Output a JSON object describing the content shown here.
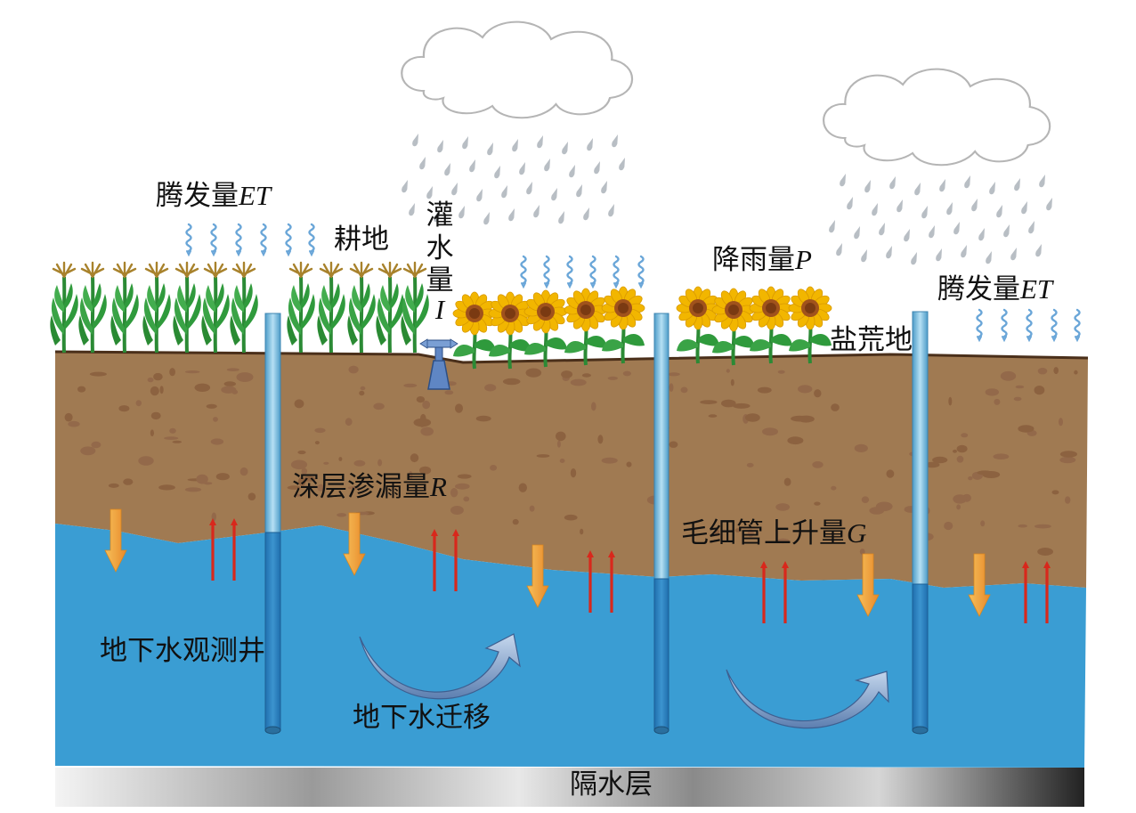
{
  "labels": {
    "et_left": "腾发量",
    "et_left_symbol": "ET",
    "cropland": "耕地",
    "irrigation_chars": [
      "灌",
      "水",
      "量"
    ],
    "irrigation_symbol": "I",
    "rainfall": "降雨量",
    "rainfall_symbol": "P",
    "et_right": "腾发量",
    "et_right_symbol": "ET",
    "saline_land": "盐荒地",
    "deep_percolation": "深层渗漏量",
    "deep_percolation_symbol": "R",
    "capillary_rise": "毛细管上升量",
    "capillary_rise_symbol": "G",
    "observation_well": "地下水观测井",
    "groundwater_migration": "地下水迁移",
    "aquitard": "隔水层"
  },
  "colors": {
    "soil": "#a07a52",
    "soil_spots": "#8c6240",
    "groundwater": "#3a9dd3",
    "well": "#8cc8e6",
    "down_arrow": "#f0a030",
    "up_arrow": "#d8281c",
    "rain": "#b8bec4",
    "vapor": "#6aa6d8",
    "cloud_stroke": "#bdbdbd",
    "migration_arrow": "#9bb8dc",
    "sunflower_petal": "#f2b600",
    "sunflower_center": "#a0521c",
    "plant_green": "#2f9a3c"
  },
  "icons": [
    "cloud-icon",
    "rain-icon",
    "vapor-icon",
    "corn-plant-icon",
    "sunflower-icon",
    "well-icon",
    "irrigation-outlet-icon",
    "percolation-arrow-icon",
    "capillary-arrow-icon",
    "migration-arrow-icon"
  ]
}
